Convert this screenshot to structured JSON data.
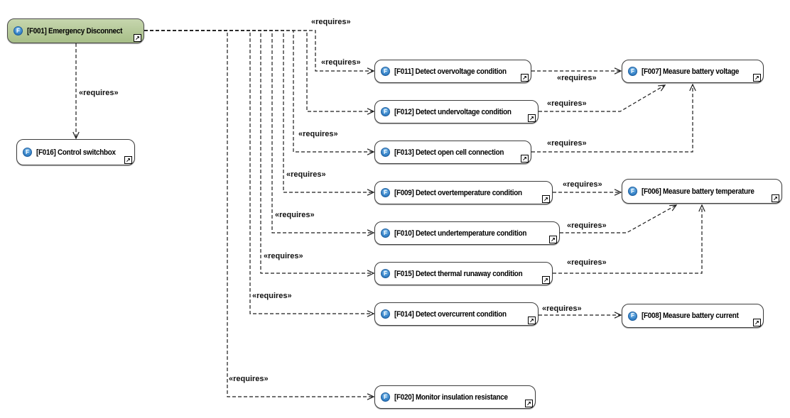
{
  "diagram_type": "function-dependency-diagram",
  "colors": {
    "highlight_node_fill": "#aec394",
    "node_border": "#3d3d3d",
    "function_badge_blue": "#2f7fc1",
    "edge_stroke": "#1c1c1c",
    "background": "#ffffff"
  },
  "icons": {
    "function_badge": "F",
    "open_diagram": "↗"
  },
  "nodes": {
    "F001": {
      "label": "[F001] Emergency Disconnect"
    },
    "F016": {
      "label": "[F016] Control switchbox"
    },
    "F011": {
      "label": "[F011] Detect overvoltage condition"
    },
    "F012": {
      "label": "[F012] Detect undervoltage condition"
    },
    "F013": {
      "label": "[F013] Detect open cell connection"
    },
    "F009": {
      "label": "[F009] Detect overtemperature condition"
    },
    "F010": {
      "label": "[F010] Detect undertemperature condition"
    },
    "F015": {
      "label": "[F015] Detect thermal runaway condition"
    },
    "F014": {
      "label": "[F014] Detect overcurrent condition"
    },
    "F020": {
      "label": "[F020] Monitor insulation resistance"
    },
    "F007": {
      "label": "[F007] Measure battery voltage"
    },
    "F006": {
      "label": "[F006] Measure battery temperature"
    },
    "F008": {
      "label": "[F008] Measure battery current"
    }
  },
  "edges": [
    {
      "from": "F001",
      "to": "F016",
      "stereotype": "«requires»"
    },
    {
      "from": "F001",
      "to": "F012",
      "stereotype": "«requires»"
    },
    {
      "from": "F001",
      "to": "F011",
      "stereotype": "«requires»"
    },
    {
      "from": "F001",
      "to": "F013",
      "stereotype": "«requires»"
    },
    {
      "from": "F001",
      "to": "F009",
      "stereotype": "«requires»"
    },
    {
      "from": "F001",
      "to": "F010",
      "stereotype": "«requires»"
    },
    {
      "from": "F001",
      "to": "F015",
      "stereotype": "«requires»"
    },
    {
      "from": "F001",
      "to": "F014",
      "stereotype": "«requires»"
    },
    {
      "from": "F001",
      "to": "F020",
      "stereotype": "«requires»"
    },
    {
      "from": "F011",
      "to": "F007",
      "stereotype": "«requires»"
    },
    {
      "from": "F012",
      "to": "F007",
      "stereotype": "«requires»"
    },
    {
      "from": "F013",
      "to": "F007",
      "stereotype": "«requires»"
    },
    {
      "from": "F009",
      "to": "F006",
      "stereotype": "«requires»"
    },
    {
      "from": "F010",
      "to": "F006",
      "stereotype": "«requires»"
    },
    {
      "from": "F015",
      "to": "F006",
      "stereotype": "«requires»"
    },
    {
      "from": "F014",
      "to": "F008",
      "stereotype": "«requires»"
    }
  ]
}
